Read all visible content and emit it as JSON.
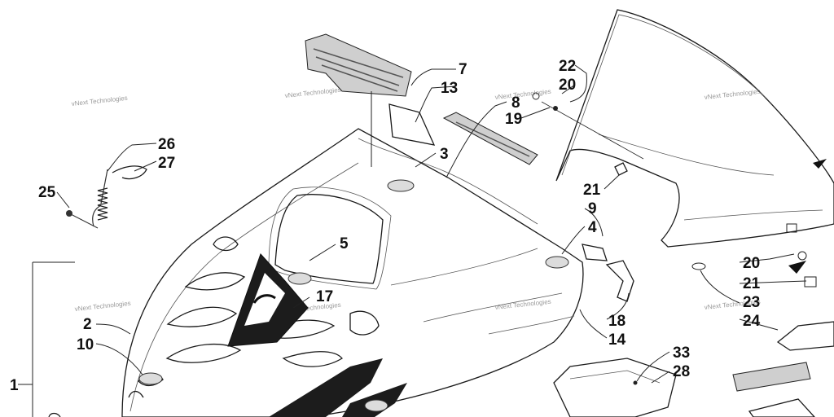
{
  "watermark": "vNext Technologies",
  "callouts": {
    "c1": "1",
    "c2": "2",
    "c3": "3",
    "c4": "4",
    "c5": "5",
    "c7": "7",
    "c8": "8",
    "c9": "9",
    "c10": "10",
    "c13": "13",
    "c14": "14",
    "c17": "17",
    "c18": "18",
    "c19": "19",
    "c20a": "20",
    "c20b": "20",
    "c21a": "21",
    "c21b": "21",
    "c22": "22",
    "c23": "23",
    "c24": "24",
    "c25": "25",
    "c26": "26",
    "c27": "27",
    "c28": "28",
    "c33": "33"
  }
}
